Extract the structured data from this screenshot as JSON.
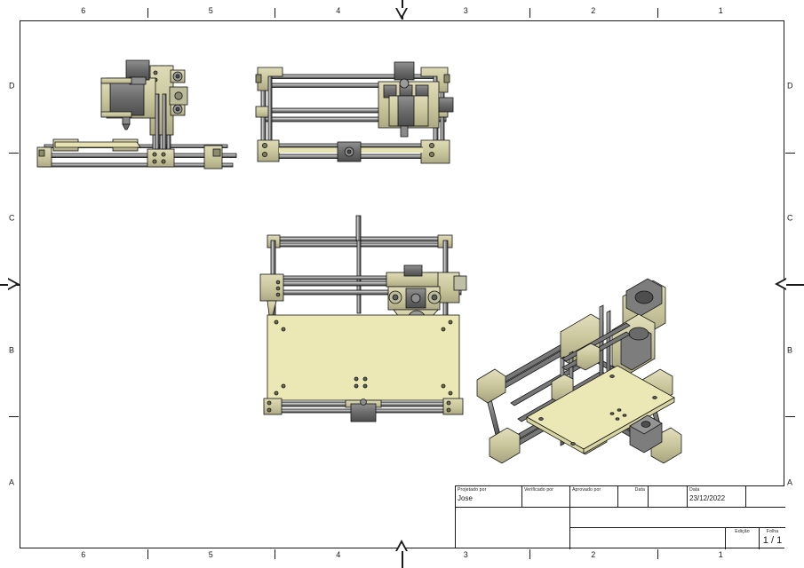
{
  "sheet": {
    "kind": "technical-drawing",
    "format": "A-size landscape drawing sheet",
    "background_color": "#ffffff",
    "line_color": "#1a1a1a"
  },
  "frame": {
    "top_zones": [
      "6",
      "5",
      "4",
      "3",
      "2",
      "1"
    ],
    "bottom_zones": [
      "6",
      "5",
      "4",
      "3",
      "2",
      "1"
    ],
    "left_zones": [
      "D",
      "C",
      "B",
      "A"
    ],
    "right_zones": [
      "D",
      "C",
      "B",
      "A"
    ],
    "center_marks": [
      "top",
      "bottom",
      "left",
      "right"
    ]
  },
  "title_block": {
    "designed_by_label": "Projetado por",
    "designed_by_value": "Jose",
    "checked_by_label": "Verificado por",
    "checked_by_value": "",
    "approved_by_label": "Aprovado por",
    "approved_by_value": "",
    "date_label_1": "Data",
    "date_value_1": "",
    "blank_value": "",
    "date_label_2": "Data",
    "date_value_2": "23/12/2022",
    "edition_label": "Edição",
    "edition_value": "",
    "sheet_label": "Folha",
    "sheet_value": "1 / 1",
    "notes_value": "",
    "title_value": ""
  },
  "views": [
    {
      "id": "view-right-side",
      "name": "right-side-elevation",
      "zone": "D6-D5",
      "description": "Right side elevation of a Cartesian 3D printer frame showing the vertical Z axis column, X-axis carriage with extruder and stepper motor, and the lower horizontal Y-axis rails."
    },
    {
      "id": "view-top",
      "name": "top-plan",
      "zone": "D4-D3",
      "description": "Top plan view of the 3D printer showing the rectangular aluminium extrusion frame, dual smooth rods, the X carriage / hotend assembly at the right and the Y-axis stepper motor centered on the lower rail."
    },
    {
      "id": "view-front",
      "name": "front-elevation",
      "zone": "C3-B3",
      "description": "Front elevation of the 3D printer showing the gantry, the X-axis carriage with extruder and cooling fan, and the large rectangular heated print bed with mounting holes."
    },
    {
      "id": "view-isometric",
      "name": "isometric",
      "zone": "B2-B1",
      "description": "Isometric / pictorial view of the complete 3D printer assembly with frame, Z-axis towers, X gantry, extruder head, print bed and Y-axis stepper motor."
    }
  ],
  "palette": {
    "bed": "#ece8b5",
    "bracket": "#c9c59b",
    "bracket_light": "#dedbb7",
    "bracket_dark": "#a5a27c",
    "rod_light": "#d8d8d8",
    "rod_mid": "#8a8a8a",
    "rod_dark": "#4a4a4a",
    "motor": "#7d7d7d",
    "motor_dark": "#5a5a5a",
    "outline": "#141414"
  }
}
